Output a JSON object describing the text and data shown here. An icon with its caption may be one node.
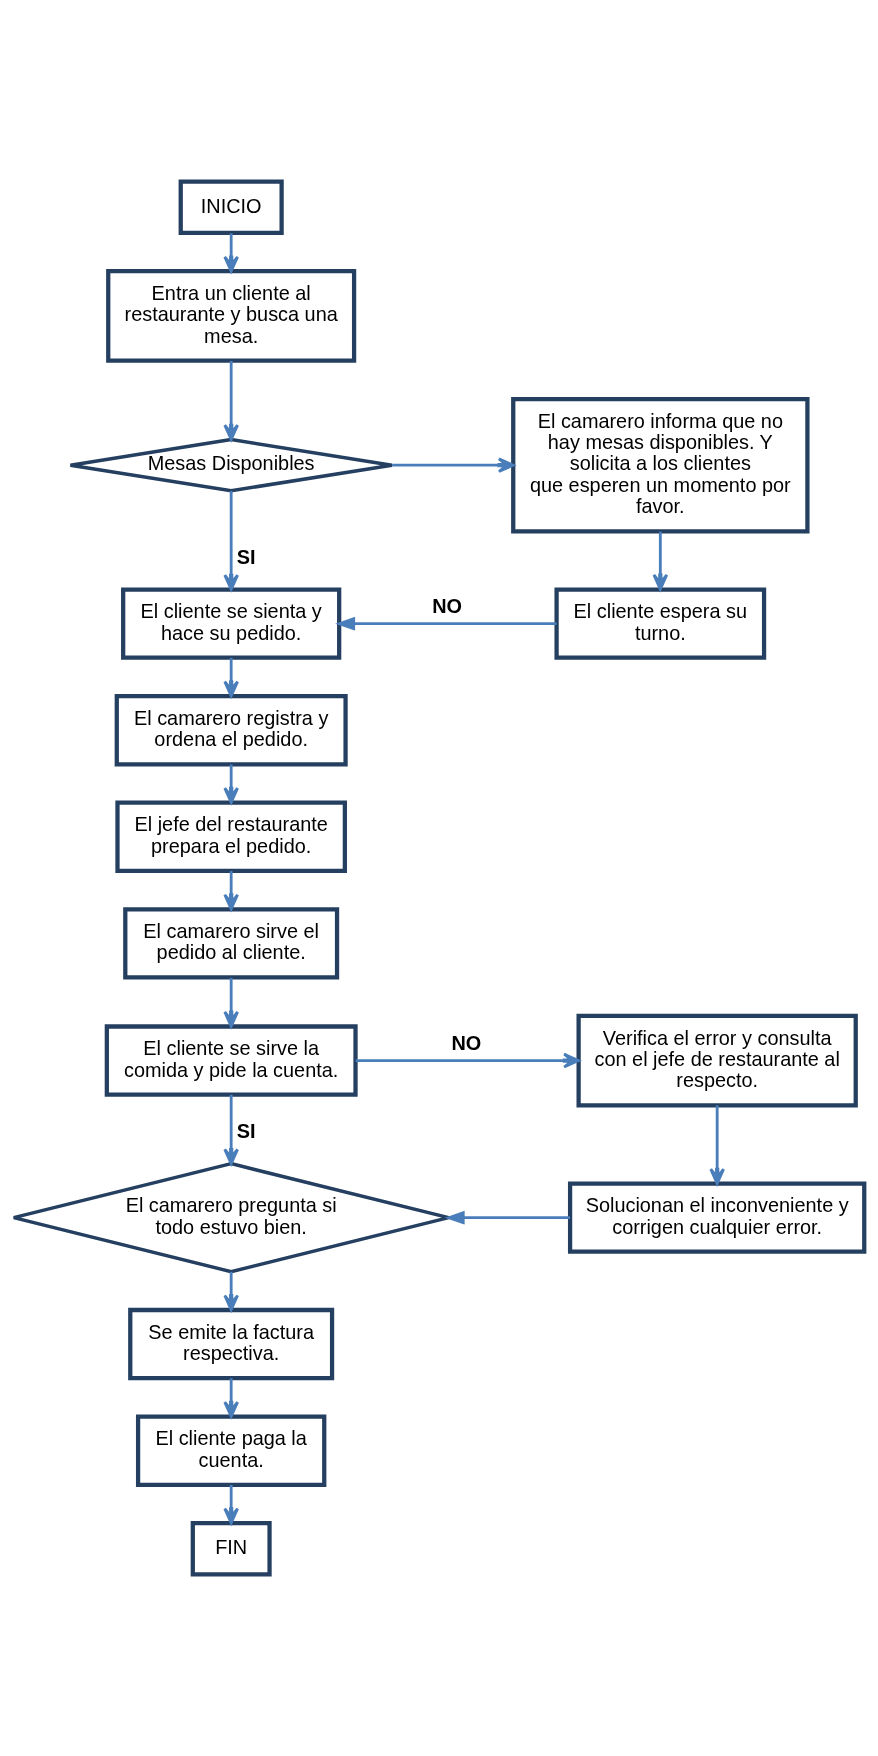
{
  "diagram": {
    "nodes": [
      {
        "text": [
          "INICIO"
        ]
      },
      {
        "text": [
          "Entra un cliente al restaurante y busca una mesa."
        ]
      },
      {
        "text": [
          "Mesas Disponibles"
        ]
      },
      {
        "text": [
          "El camarero informa que no hay mesas disponibles. Y solicita a los clientes que esperen un momento por favor."
        ]
      },
      {
        "text": [
          "El cliente se sienta y hace su pedido."
        ]
      },
      {
        "text": [
          "El cliente espera su turno."
        ]
      },
      {
        "text": [
          "El camarero registra y ordena el pedido."
        ]
      },
      {
        "text": [
          "El jefe del restaurante prepara el pedido."
        ]
      },
      {
        "text": [
          "El camarero sirve el pedido al cliente."
        ]
      },
      {
        "text": [
          "El cliente se sirve la comida y pide la cuenta."
        ]
      },
      {
        "text": [
          "Verifica el error y consulta con el jefe de restaurante al respecto."
        ]
      },
      {
        "text": [
          "El camarero pregunta si todo estuvo bien."
        ]
      },
      {
        "text": [
          "Solucionan el inconveniente y corrigen cualquier error."
        ]
      },
      {
        "text": [
          "Se emite la factura respectiva."
        ]
      },
      {
        "text": [
          "El cliente paga la cuenta."
        ]
      },
      {
        "text": [
          "FIN"
        ]
      }
    ],
    "edges": [
      {
        "from": 0,
        "to": 1,
        "arrow": "to"
      },
      {
        "from": 1,
        "to": 2,
        "arrow": "to"
      },
      {
        "from": 2,
        "to": 3,
        "arrow": "to"
      },
      {
        "from": 2,
        "to": 4,
        "arrow": "to",
        "label": "SI"
      },
      {
        "from": 3,
        "to": 5,
        "arrow": "to"
      },
      {
        "from": 5,
        "to": 4,
        "arrow": "to",
        "label": "NO"
      },
      {
        "from": 4,
        "to": 6,
        "arrow": "to"
      },
      {
        "from": 6,
        "to": 7,
        "arrow": "to"
      },
      {
        "from": 7,
        "to": 8,
        "arrow": "to"
      },
      {
        "from": 8,
        "to": 9,
        "arrow": "to"
      },
      {
        "from": 9,
        "to": 10,
        "arrow": "to",
        "label": "NO"
      },
      {
        "from": 9,
        "to": 11,
        "arrow": "to",
        "label": "SI"
      },
      {
        "from": 10,
        "to": 12,
        "arrow": "to"
      },
      {
        "from": 12,
        "to": 11,
        "arrow": "to"
      },
      {
        "from": 11,
        "to": 13,
        "arrow": "to"
      },
      {
        "from": 13,
        "to": 14,
        "arrow": "to"
      },
      {
        "from": 14,
        "to": 15,
        "arrow": "to"
      }
    ]
  }
}
